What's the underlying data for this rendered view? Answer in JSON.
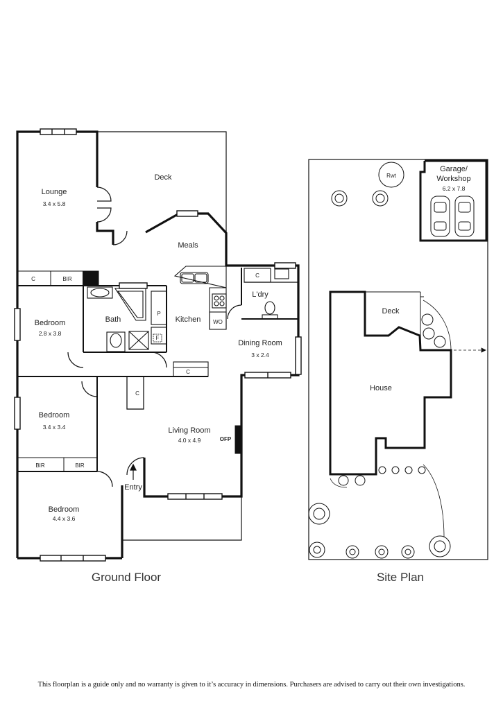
{
  "ground_floor": {
    "title": "Ground Floor",
    "rooms": {
      "lounge": {
        "name": "Lounge",
        "dims": "3.4 x 5.8"
      },
      "deck": {
        "name": "Deck"
      },
      "meals": {
        "name": "Meals"
      },
      "bedroom1": {
        "name": "Bedroom",
        "dims": "2.8 x 3.8"
      },
      "bath": {
        "name": "Bath"
      },
      "kitchen": {
        "name": "Kitchen"
      },
      "laundry": {
        "name": "L'dry"
      },
      "dining": {
        "name": "Dining Room",
        "dims": "3 x 2.4"
      },
      "bedroom2": {
        "name": "Bedroom",
        "dims": "3.4 x 3.4"
      },
      "living": {
        "name": "Living Room",
        "dims": "4.0 x 4.9"
      },
      "bedroom3": {
        "name": "Bedroom",
        "dims": "4.4 x 3.6"
      },
      "entry": {
        "name": "Entry"
      }
    },
    "fixtures": {
      "c_top_left": "C",
      "bir_top_left": "BIR",
      "pantry": "P",
      "wo": "WO",
      "c_laundry": "C",
      "c_kitchen_bench": "C",
      "c_hall": "C",
      "fridge": "F",
      "ofp": "OFP",
      "bir_left": "BIR",
      "bir_right": "BIR"
    }
  },
  "site_plan": {
    "title": "Site Plan",
    "rwt": "Rwt",
    "garage_line1": "Garage/",
    "garage_line2": "Workshop",
    "garage_dims": "6.2 x 7.8",
    "deck": "Deck",
    "house": "House"
  },
  "disclaimer": "This floorplan is a guide only and no warranty is given to it’s accuracy in dimensions. Purchasers are advised to carry out their own investigations."
}
